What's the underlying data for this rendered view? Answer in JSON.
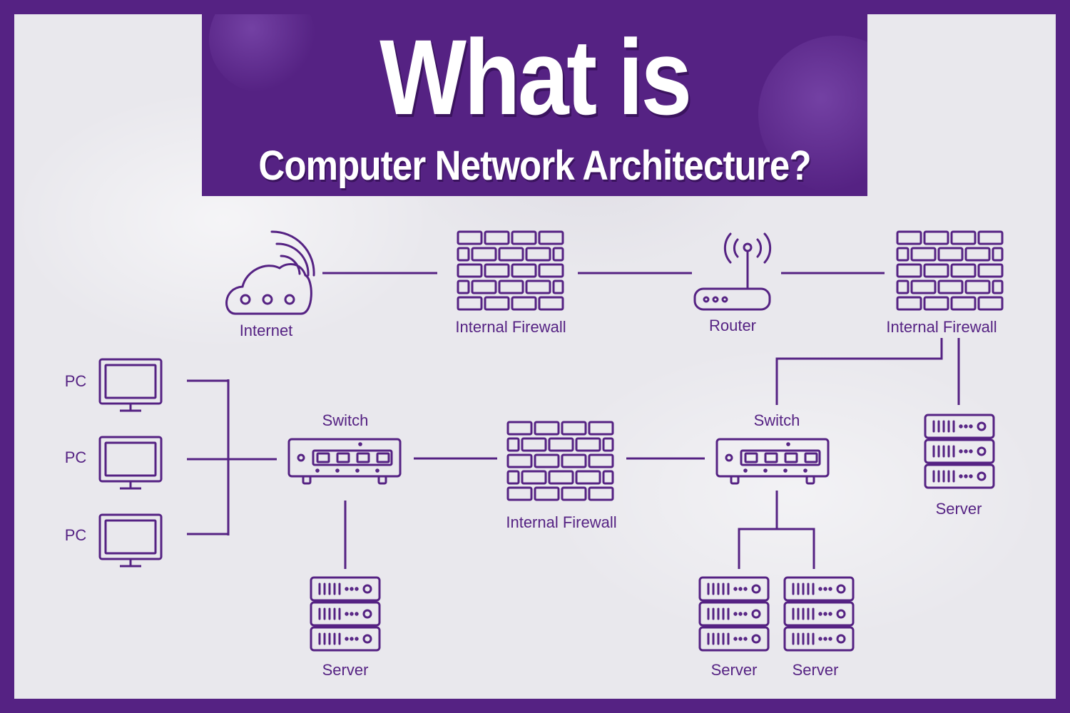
{
  "title": {
    "main": "What is",
    "sub": "Computer Network Architecture?"
  },
  "nodes": {
    "internet": "Internet",
    "firewall_top_middle": "Internal Firewall",
    "router": "Router",
    "firewall_top_right": "Internal Firewall",
    "pc_1": "PC",
    "pc_2": "PC",
    "pc_3": "PC",
    "switch_left": "Switch",
    "firewall_center": "Internal Firewall",
    "switch_right": "Switch",
    "server_left": "Server",
    "server_bottom_1": "Server",
    "server_bottom_2": "Server",
    "server_right": "Server"
  },
  "colors": {
    "brand_purple": "#552283",
    "background": "#e9e8ed"
  }
}
